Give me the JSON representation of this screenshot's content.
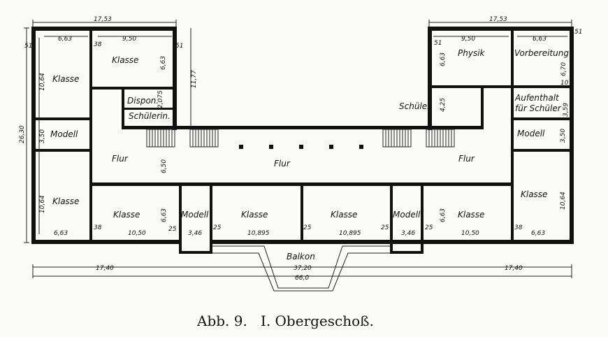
{
  "caption": "Abb. 9.   I. Obergeschoß.",
  "rooms": {
    "klasse": "Klasse",
    "modell": "Modell",
    "dispon": "Dispon.",
    "schuelerin": "Schülerin.",
    "flur": "Flur",
    "physik": "Physik",
    "vorbereitung": "Vorbereitung",
    "aufenthalt1": "Aufenthalt",
    "aufenthalt2": "für Schüler",
    "schueler": "Schüler",
    "balkon": "Balkon"
  },
  "dims": {
    "w1753": "17,53",
    "w663": "6,63",
    "w950": "9,50",
    "w51": "51",
    "w38": "38",
    "w25": "25",
    "h1064": "10,64",
    "h663": "6,63",
    "h1177": "11,77",
    "h2630": "26,30",
    "h350": "3,50",
    "h2075": "2,075",
    "h650": "6,50",
    "h670": "6,70",
    "h10": "10",
    "h359": "3,59",
    "h425": "4,25",
    "w1050": "10,50",
    "w346": "3,46",
    "w10895": "10,895",
    "w1740": "17,40",
    "w3720": "37,20",
    "w660": "66,0"
  }
}
